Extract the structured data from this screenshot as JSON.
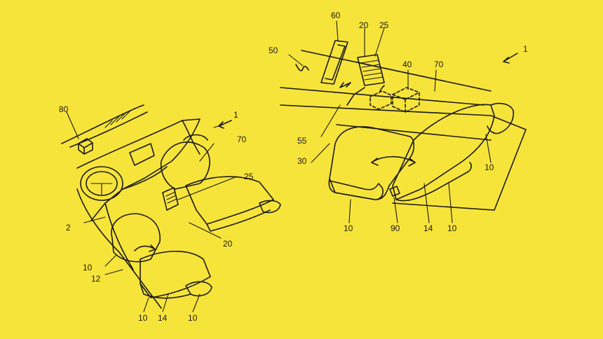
{
  "background_color": "#f7e43a",
  "line_color": "#1a1a1a",
  "left_figure": {
    "labels": {
      "l80": "80",
      "l1": "1",
      "l70": "70",
      "l25": "25",
      "l2": "2",
      "l20": "20",
      "l10a": "10",
      "l12": "12",
      "l10b": "10",
      "l14": "14",
      "l10c": "10"
    }
  },
  "right_figure": {
    "labels": {
      "l60": "60",
      "l20": "20",
      "l25": "25",
      "l50": "50",
      "l40": "40",
      "l70": "70",
      "l1": "1",
      "l55": "55",
      "l30": "30",
      "l10a": "10",
      "l10b": "10",
      "l90": "90",
      "l14": "14",
      "l10c": "10"
    }
  }
}
